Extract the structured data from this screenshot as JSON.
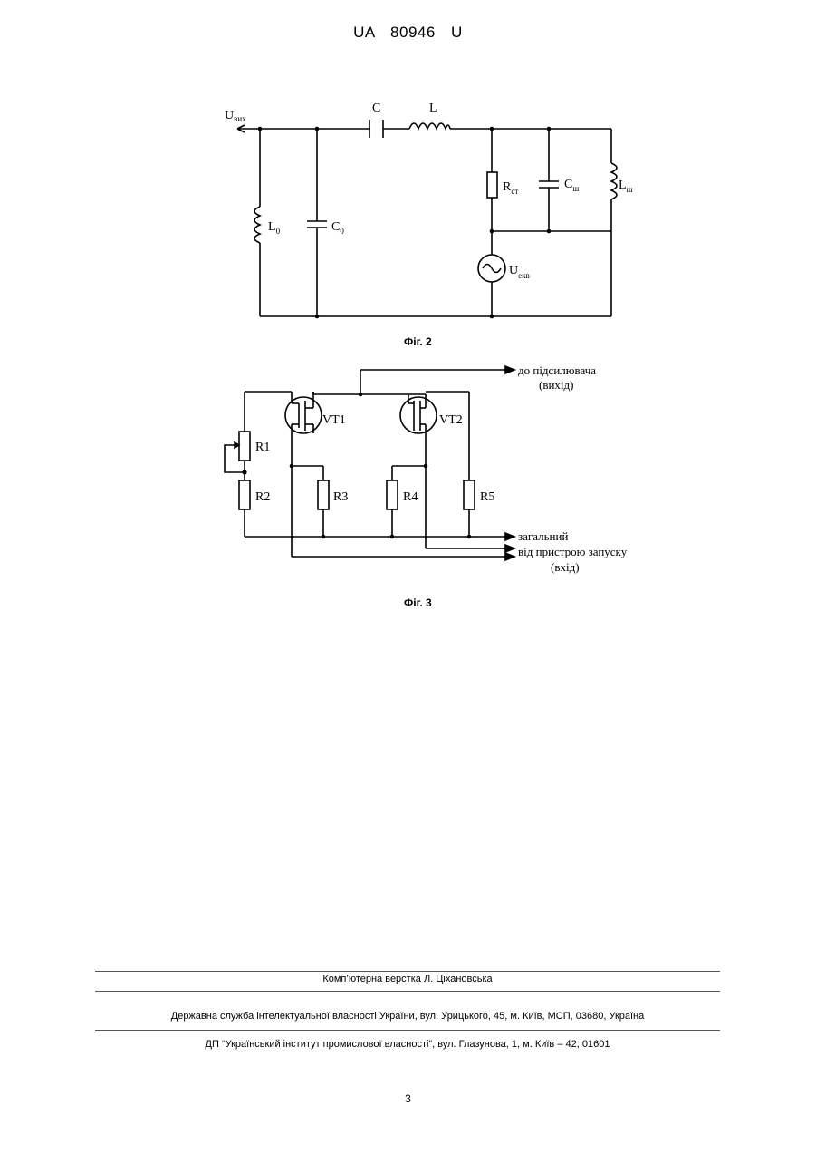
{
  "header": {
    "patent": "UA   80946   U"
  },
  "fig2": {
    "caption": "Фіг. 2",
    "labels": {
      "uout": "U",
      "uout_sub": "вих",
      "c": "C",
      "l": "L",
      "rst": "R",
      "rst_sub": "ст",
      "csh": "C",
      "csh_sub": "ш",
      "lsh": "L",
      "lsh_sub": "ш",
      "l0": "L",
      "l0_sub": "0",
      "c0": "C",
      "c0_sub": "0",
      "ueq": "U",
      "ueq_sub": "екв"
    }
  },
  "fig3": {
    "caption": "Фіг. 3",
    "labels": {
      "vt1": "VT1",
      "vt2": "VT2",
      "r1": "R1",
      "r2": "R2",
      "r3": "R3",
      "r4": "R4",
      "r5": "R5",
      "to_amp": "до підсилювача",
      "output": "(вихід)",
      "common": "загальний",
      "from_trigger": "від пристрою запуску",
      "input": "(вхід)"
    }
  },
  "footer": {
    "typesetting": "Комп’ютерна верстка Л. Ціхановська",
    "agency": "Державна служба інтелектуальної власності України, вул. Урицького, 45, м. Київ, МСП, 03680, Україна",
    "institute": "ДП “Український інститут промислової власності”, вул. Глазунова, 1, м. Київ – 42, 01601",
    "page": "3"
  }
}
